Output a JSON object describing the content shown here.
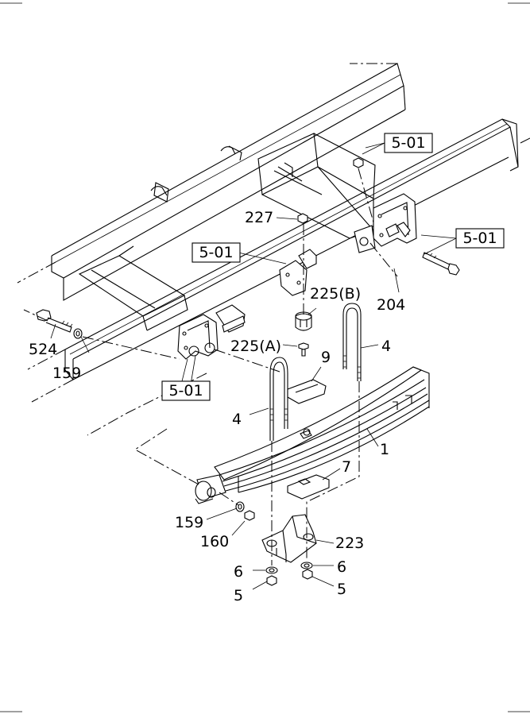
{
  "callouts": {
    "c501_top": "5-01",
    "c501_right": "5-01",
    "c501_mid": "5-01",
    "c501_low": "5-01",
    "c227": "227",
    "c225b": "225(B)",
    "c225a": "225(A)",
    "c524": "524",
    "c159_left": "159",
    "c204": "204",
    "c9": "9",
    "c4_right": "4",
    "c4_left": "4",
    "c1": "1",
    "c7": "7",
    "c159_low": "159",
    "c160": "160",
    "c223": "223",
    "c6_left": "6",
    "c6_right": "6",
    "c5_left": "5",
    "c5_right": "5"
  }
}
